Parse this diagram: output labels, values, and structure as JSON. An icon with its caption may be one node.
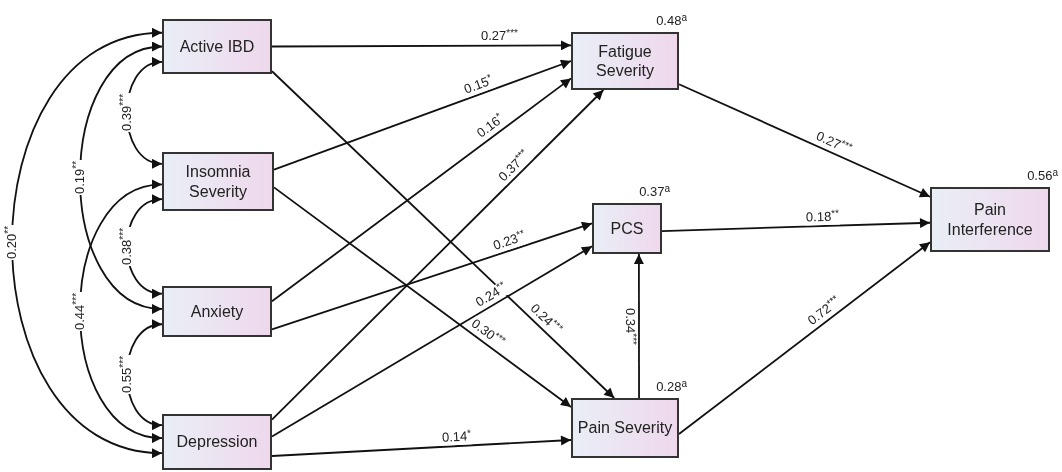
{
  "diagram": {
    "nodes": [
      {
        "text": [
          "Active IBD"
        ]
      },
      {
        "text": [
          "Insomnia Severity"
        ]
      },
      {
        "text": [
          "Anxiety"
        ]
      },
      {
        "text": [
          "Depression"
        ]
      },
      {
        "text": [
          "Fatigue Severity"
        ],
        "beside": [
          "0.48$^{a}$"
        ]
      },
      {
        "text": [
          "PCS"
        ],
        "beside": [
          "0.37$^{a}$"
        ]
      },
      {
        "text": [
          "Pain Severity"
        ],
        "beside": [
          "0.28$^{a}$"
        ]
      },
      {
        "text": [
          "Pain Interference"
        ],
        "beside": [
          "0.56$^{a}$"
        ]
      }
    ],
    "edges": [
      {
        "from": 0,
        "to": 4,
        "arrow": "to",
        "label": "0.27$^{***}$"
      },
      {
        "from": 1,
        "to": 4,
        "arrow": "to",
        "label": "0.15$^{*}$"
      },
      {
        "from": 2,
        "to": 4,
        "arrow": "to",
        "label": "0.16$^{*}$"
      },
      {
        "from": 3,
        "to": 4,
        "arrow": "to",
        "label": "0.37$^{***}$"
      },
      {
        "from": 0,
        "to": 6,
        "arrow": "to",
        "label": "0.24$^{***}$"
      },
      {
        "from": 1,
        "to": 6,
        "arrow": "to",
        "label": "0.30$^{***}$"
      },
      {
        "from": 2,
        "to": 5,
        "arrow": "to",
        "label": "0.23$^{**}$"
      },
      {
        "from": 3,
        "to": 5,
        "arrow": "to",
        "label": "0.24$^{**}$"
      },
      {
        "from": 3,
        "to": 6,
        "arrow": "to",
        "label": "0.14$^{*}$"
      },
      {
        "from": 6,
        "to": 5,
        "arrow": "to",
        "label": "0.34$^{***}$"
      },
      {
        "from": 4,
        "to": 7,
        "arrow": "to",
        "label": "0.27$^{***}$"
      },
      {
        "from": 5,
        "to": 7,
        "arrow": "to",
        "label": "0.18$^{**}$"
      },
      {
        "from": 6,
        "to": 7,
        "arrow": "to",
        "label": "0.72$^{***}$"
      },
      {
        "from": 0,
        "to": 1,
        "arrow": "both",
        "label": "0.39$^{***}$"
      },
      {
        "from": 0,
        "to": 2,
        "arrow": "both",
        "label": "0.19$^{**}$"
      },
      {
        "from": 0,
        "to": 3,
        "arrow": "both",
        "label": "0.20$^{**}$"
      },
      {
        "from": 1,
        "to": 2,
        "arrow": "both",
        "label": "0.38$^{***}$"
      },
      {
        "from": 1,
        "to": 3,
        "arrow": "both",
        "label": "0.44$^{***}$"
      },
      {
        "from": 2,
        "to": 3,
        "arrow": "both",
        "label": "0.55$^{***}$"
      }
    ]
  }
}
